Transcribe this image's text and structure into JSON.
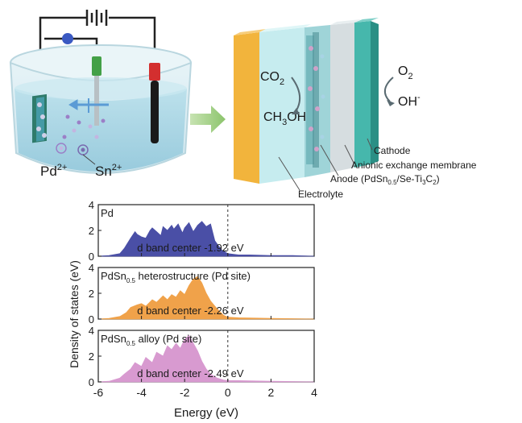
{
  "electrochem": {
    "ion_pd": "Pd",
    "ion_pd_charge": "2+",
    "ion_sn": "Sn",
    "ion_sn_charge": "2+"
  },
  "cell": {
    "co2_main": "CO",
    "co2_sub": "2",
    "ch3oh_a": "CH",
    "ch3oh_sub": "3",
    "ch3oh_b": "OH",
    "o2_main": "O",
    "o2_sub": "2",
    "oh_main": "OH",
    "oh_sup": "-",
    "cathode": "Cathode",
    "membrane": "Anionic exchange membrane",
    "anode_a": "Anode (PdSn",
    "anode_sub1": "0.5",
    "anode_b": "/Se-Ti",
    "anode_sub2": "3",
    "anode_c": "C",
    "anode_sub3": "2",
    "anode_d": ")",
    "electrolyte": "Electrolyte"
  },
  "colors": {
    "pd_fill": "#4a4fa6",
    "heterostructure_fill": "#f0a24a",
    "alloy_fill": "#d89ad0",
    "arrow_green": "#a9d08e",
    "electrolyte_cyan": "#bfe9ec",
    "anode_yellow": "#f2b43c",
    "cathode_teal": "#2aa79b"
  },
  "chart_data": [
    {
      "type": "area",
      "panel": "Pd",
      "title_a": "Pd",
      "title_sub": "",
      "title_b": "",
      "annotation": "d band center -1.92 eV",
      "d_band_center": -1.92,
      "x": [
        -6,
        -5.5,
        -5,
        -4.8,
        -4.5,
        -4.3,
        -4.2,
        -4,
        -3.8,
        -3.6,
        -3.5,
        -3.3,
        -3.1,
        -3,
        -2.8,
        -2.6,
        -2.5,
        -2.3,
        -2.1,
        -2,
        -1.8,
        -1.6,
        -1.4,
        -1.2,
        -1,
        -0.8,
        -0.6,
        -0.3,
        0,
        0.5,
        1,
        2,
        3,
        4
      ],
      "y": [
        0,
        0.05,
        0.2,
        0.6,
        1.4,
        1.9,
        1.7,
        1.5,
        1.4,
        2.0,
        2.2,
        1.9,
        1.6,
        2.3,
        2.0,
        2.4,
        2.1,
        2.5,
        1.8,
        2.2,
        2.6,
        1.9,
        2.4,
        2.7,
        2.3,
        2.5,
        1.2,
        0.5,
        0.2,
        0.1,
        0.1,
        0.05,
        0.05,
        0
      ]
    },
    {
      "type": "area",
      "panel": "PdSn0.5 heterostructure (Pd site)",
      "title_a": "PdSn",
      "title_sub": "0.5",
      "title_b": " heterostructure (Pd site)",
      "annotation": "d band center -2.26 eV",
      "d_band_center": -2.26,
      "x": [
        -6,
        -5.5,
        -5,
        -4.7,
        -4.5,
        -4.2,
        -4,
        -3.8,
        -3.5,
        -3.3,
        -3,
        -2.8,
        -2.6,
        -2.4,
        -2.2,
        -2,
        -1.8,
        -1.6,
        -1.4,
        -1.2,
        -1,
        -0.8,
        -0.5,
        -0.2,
        0,
        0.5,
        1,
        2,
        3,
        4
      ],
      "y": [
        0,
        0.05,
        0.2,
        0.5,
        0.9,
        1.1,
        1.2,
        1.0,
        1.5,
        1.3,
        1.8,
        1.5,
        1.9,
        1.7,
        2.2,
        1.9,
        2.6,
        3.1,
        3.3,
        2.8,
        2.0,
        1.4,
        0.8,
        0.3,
        0.15,
        0.1,
        0.08,
        0.05,
        0.03,
        0
      ]
    },
    {
      "type": "area",
      "panel": "PdSn0.5 alloy (Pd site)",
      "title_a": "PdSn",
      "title_sub": "0.5",
      "title_b": " alloy (Pd site)",
      "annotation": "d band center -2.49 eV",
      "d_band_center": -2.49,
      "x": [
        -6,
        -5.5,
        -5,
        -4.8,
        -4.5,
        -4.3,
        -4,
        -3.8,
        -3.5,
        -3.3,
        -3,
        -2.8,
        -2.6,
        -2.4,
        -2.2,
        -2,
        -1.8,
        -1.6,
        -1.4,
        -1.2,
        -1,
        -0.8,
        -0.5,
        -0.2,
        0,
        0.5,
        1,
        2,
        3,
        4
      ],
      "y": [
        0,
        0.05,
        0.3,
        0.6,
        1.0,
        1.5,
        1.2,
        1.9,
        1.5,
        2.3,
        2.0,
        2.8,
        2.5,
        3.0,
        2.6,
        3.3,
        3.6,
        3.0,
        2.4,
        1.6,
        1.0,
        0.6,
        0.3,
        0.15,
        0.1,
        0.1,
        0.08,
        0.05,
        0.03,
        0
      ]
    }
  ],
  "chart_axes": {
    "xlabel": "Energy (eV)",
    "ylabel": "Density of states (eV)",
    "xlim": [
      -6,
      4
    ],
    "ylim": [
      0,
      4
    ],
    "xticks": [
      "-6",
      "-4",
      "-2",
      "0",
      "2",
      "4"
    ],
    "yticks": [
      "0",
      "2",
      "4"
    ],
    "fermi_line": 0
  }
}
